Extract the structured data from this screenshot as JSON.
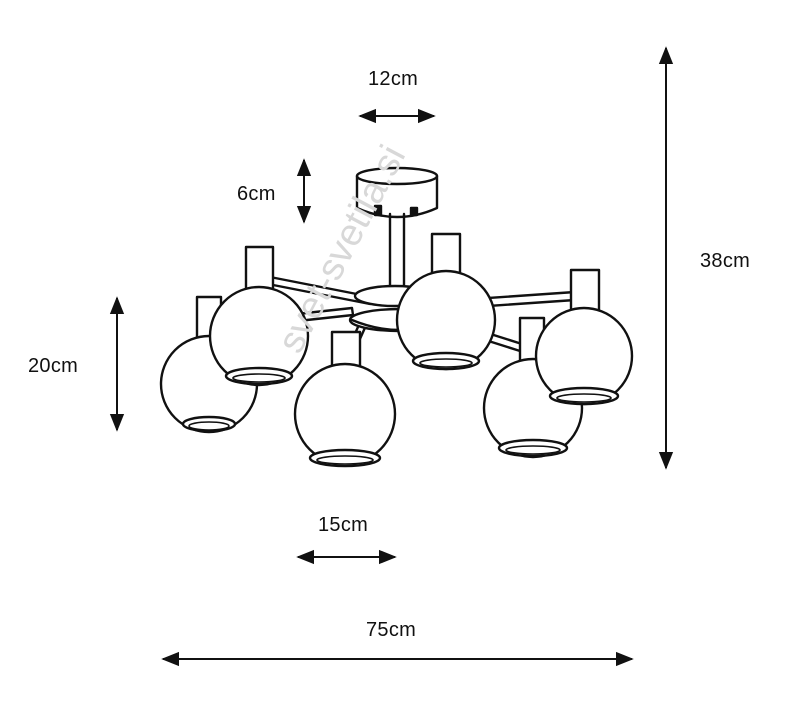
{
  "dimensions": {
    "canopy_width": "12cm",
    "canopy_height": "6cm",
    "lamp_height": "20cm",
    "total_height": "38cm",
    "shade_width": "15cm",
    "total_width": "75cm"
  },
  "watermark": "svet-svetila.si",
  "colors": {
    "line": "#111111",
    "watermark": "#d8d8d8",
    "background": "#ffffff"
  }
}
